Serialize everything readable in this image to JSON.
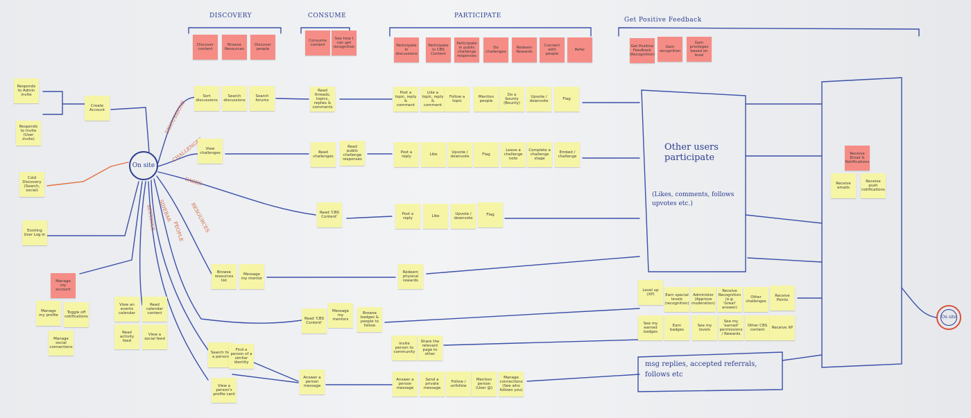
{
  "headers": {
    "discovery": "DISCOVERY",
    "consume": "CONSUME",
    "participate": "PARTICIPATE",
    "feedback": "Get Positive Feedback"
  },
  "hub": {
    "label": "On site"
  },
  "hub_right": {
    "label": "On site"
  },
  "side_labels": {
    "discussions": "DISCUSSIONS",
    "challenges": "CHALLENGES",
    "cases": "CASES",
    "resources": "RESOURCES",
    "sidebar": "SIDEBAR",
    "people": "PEOPLE",
    "settings": "SETTINGS"
  },
  "texts": {
    "other_users": "Other users participate",
    "other_users_detail": "(Likes, comments, follows upvotes etc.)",
    "msg_replies": "msg replies, accepted referrals, follows etc"
  },
  "notes": {
    "top_discover": [
      "Discover content",
      "Browse Resources",
      "Discover people",
      "Consume content",
      "See how I can get recognition",
      "Participate in discussions",
      "Participate in CBS Content",
      "Participate in public challenge responses",
      "Do challenges",
      "Redeem Rewards",
      "Connect with people",
      "Refer",
      "Get Positive Feedback (Recognition)",
      "Gain recognition",
      "Gain privileges based on level"
    ],
    "entry": [
      "Responds to Admin invite",
      "Responds to Invite (User invite)",
      "Cold Discovery (Search, social)",
      "Existing User Log-in",
      "Create Account"
    ],
    "settings": [
      "Manage my account",
      "Manage my profile",
      "Toggle off notifications",
      "Manage social connections"
    ],
    "row_discussions": [
      "Sort discussions",
      "Search discussions",
      "Search forums",
      "Read threads, topics, replies & comments",
      "Post a topic, reply & comment",
      "Like a topic, reply & comment",
      "Follow a topic",
      "Mention people",
      "Do a bounty (Bounty)",
      "Upvote / downvote",
      "Flag"
    ],
    "row_challenges": [
      "View challenges",
      "Read challenges",
      "Read public challenge responses",
      "Post a reply",
      "Like",
      "Upvote / downvote",
      "Flag",
      "Leave a challenge note",
      "Complete a challenge stage",
      "Embed / challenge"
    ],
    "row_cases": [
      "Read 'CBS Content'",
      "Post a reply",
      "Like",
      "Upvote / downvote",
      "Flag"
    ],
    "row_resources": [
      "Browse resources list",
      "Message my mentor",
      "Redeem physical rewards"
    ],
    "row_people_sidebar": [
      "View an events calendar",
      "Read calendar content",
      "Read activity feed",
      "View a social feed"
    ],
    "row_people": [
      "Read 'CBS Content'",
      "Message my mentors",
      "Browse badges & people to follow"
    ],
    "row_invite": [
      "Search for a person",
      "Find a person of a similar identity",
      "Invite person to community",
      "Share the relevant page to other"
    ],
    "row_messages": [
      "View a person's profile card",
      "Answer a person message",
      "Answer a person message",
      "Send a private message",
      "Follow / unfollow",
      "Mention person (User @)",
      "Manage connections (See who follows you)"
    ],
    "feedback_bottom": [
      "Level up (XP)",
      "Earn special levels (recognition)",
      "Administer (Approve moderation)",
      "Receive Recognition (e.g. 'Great' answer)",
      "Other challenges",
      "Receive Points",
      "See my earned badges",
      "Earn badges",
      "See my levels",
      "See my 'earned' permissions / Rewards",
      "Other CBS content",
      "Receive XP"
    ],
    "notify": [
      "Receive Email & Notifications",
      "Receive emails",
      "Receive push notifications"
    ]
  }
}
